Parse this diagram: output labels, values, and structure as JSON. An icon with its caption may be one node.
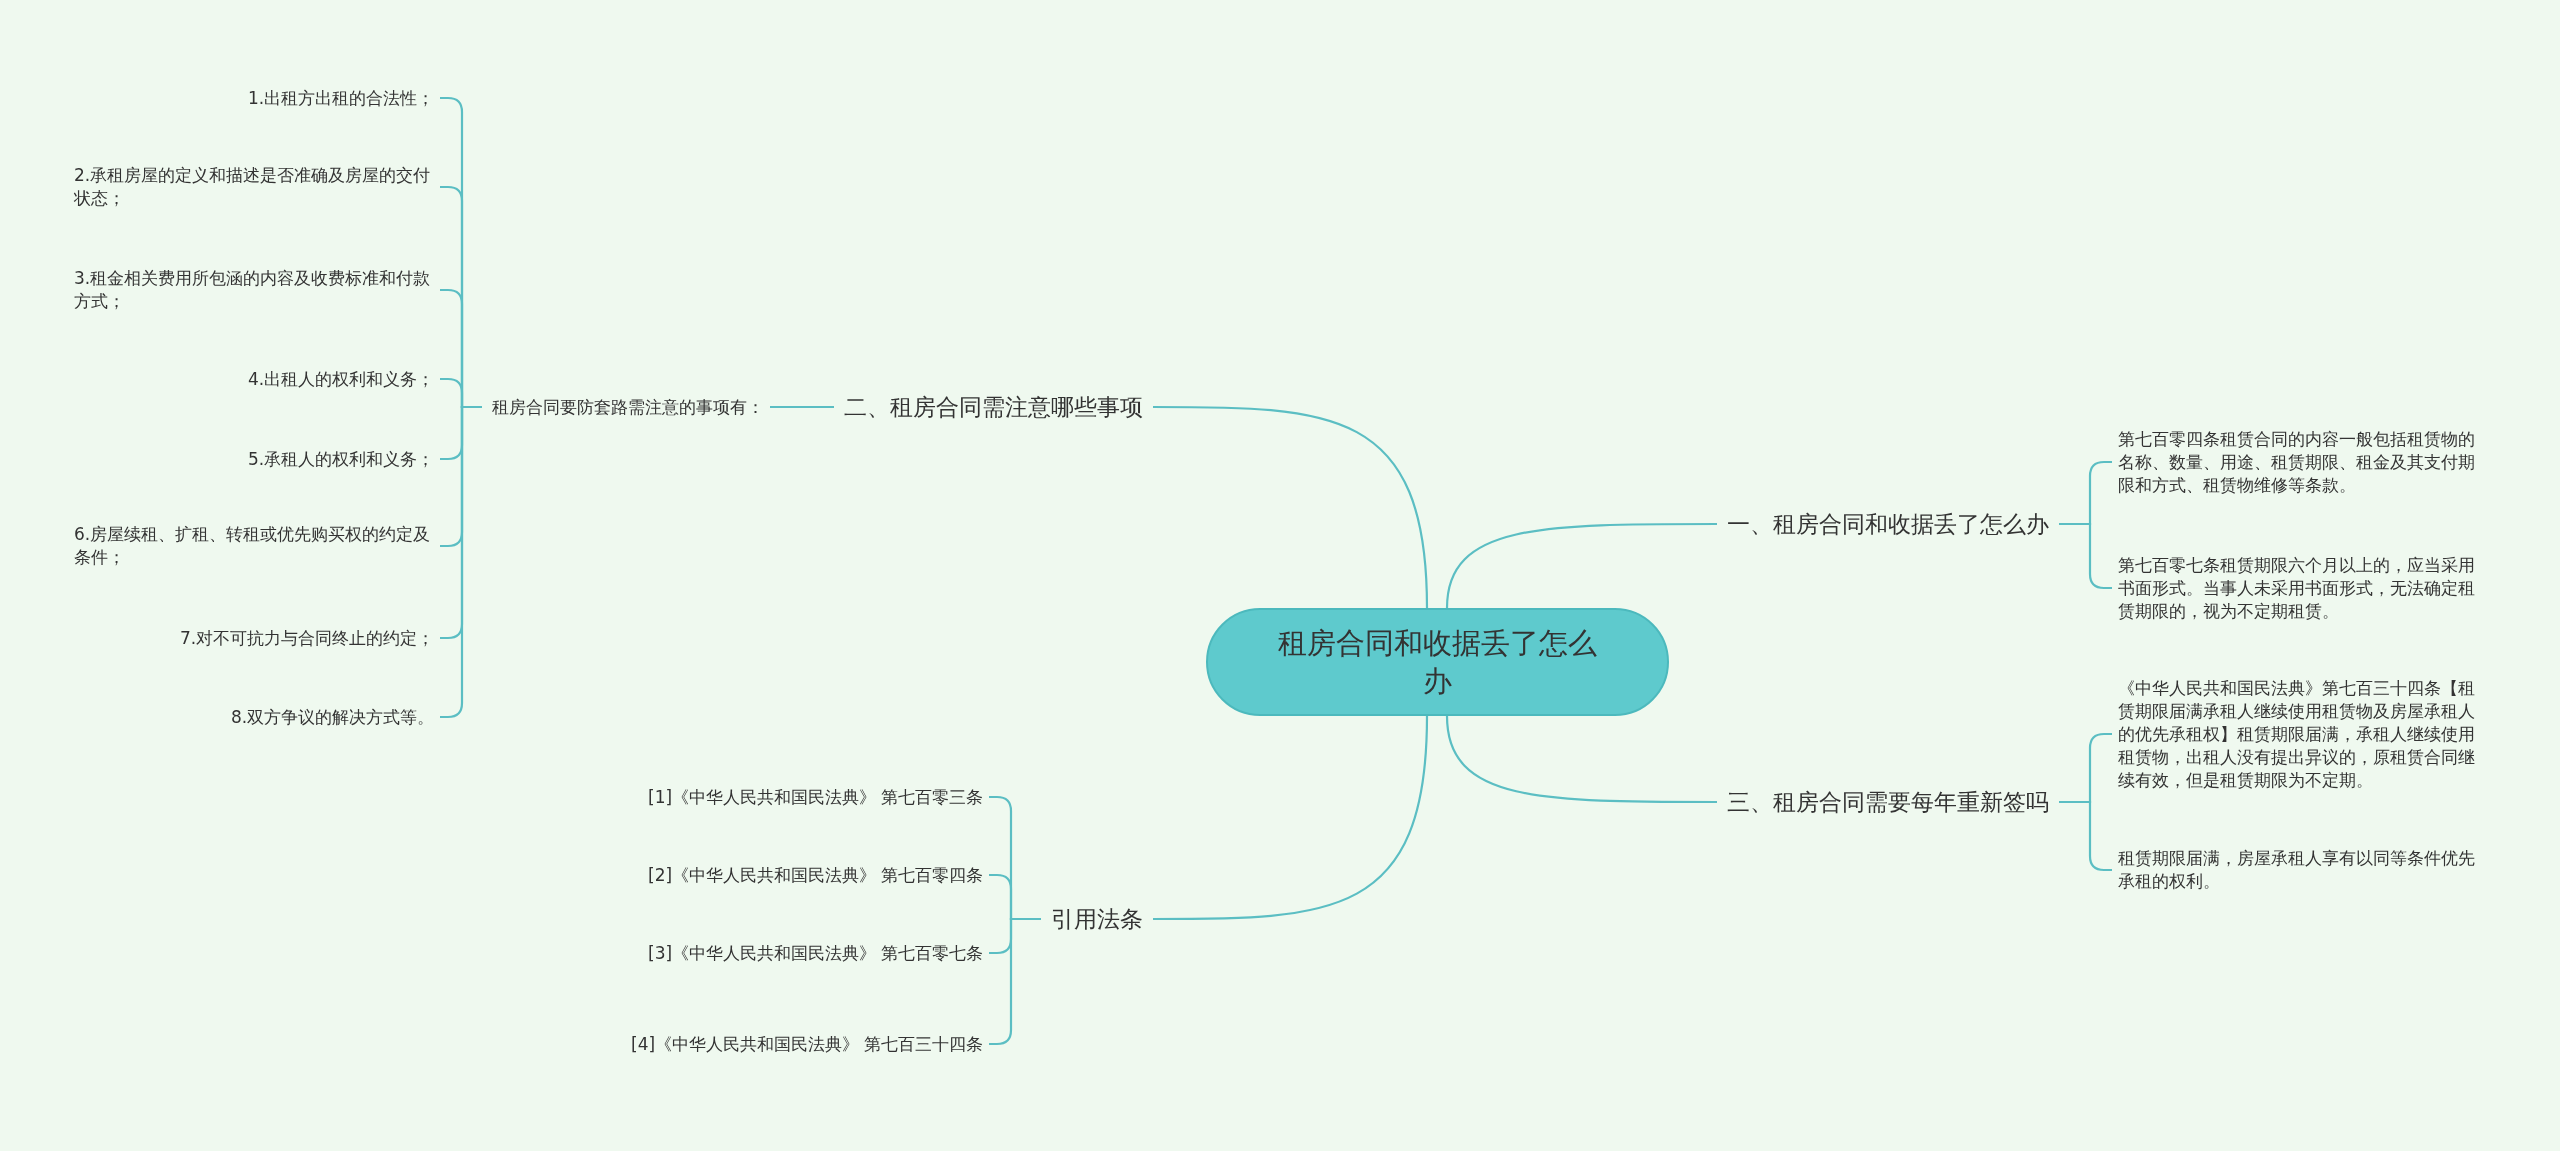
{
  "diagram": {
    "nodes": [
      {
        "text": [
          "租房合同和收据丢了怎么办"
        ]
      },
      {
        "text": [
          "一、租房合同和收据丢了怎么办"
        ]
      },
      {
        "text": [
          "第七百零四条租赁合同的内容一般包括租赁物的名称、数量、用途、租赁期限、租金及其支付期限和方式、租赁物维修等条款。"
        ]
      },
      {
        "text": [
          "第七百零七条租赁期限六个月以上的，应当采用书面形式。当事人未采用书面形式，无法确定租赁期限的，视为不定期租赁。"
        ]
      },
      {
        "text": [
          "三、租房合同需要每年重新签吗"
        ]
      },
      {
        "text": [
          "《中华人民共和国民法典》第七百三十四条【租赁期限届满承租人继续使用租赁物及房屋承租人的优先承租权】租赁期限届满，承租人继续使用租赁物，出租人没有提出异议的，原租赁合同继续有效，但是租赁期限为不定期。"
        ]
      },
      {
        "text": [
          "租赁期限届满，房屋承租人享有以同等条件优先承租的权利。"
        ]
      },
      {
        "text": [
          "二、租房合同需注意哪些事项"
        ]
      },
      {
        "text": [
          "租房合同要防套路需注意的事项有："
        ]
      },
      {
        "text": [
          "1.出租方出租的合法性；"
        ]
      },
      {
        "text": [
          "2.承租房屋的定义和描述是否准确及房屋的交付状态；"
        ]
      },
      {
        "text": [
          "3.租金相关费用所包涵的内容及收费标准和付款方式；"
        ]
      },
      {
        "text": [
          "4.出租人的权利和义务；"
        ]
      },
      {
        "text": [
          "5.承租人的权利和义务；"
        ]
      },
      {
        "text": [
          "6.房屋续租、扩租、转租或优先购买权的约定及条件；"
        ]
      },
      {
        "text": [
          "7.对不可抗力与合同终止的约定；"
        ]
      },
      {
        "text": [
          "8.双方争议的解决方式等。"
        ]
      },
      {
        "text": [
          "引用法条"
        ]
      },
      {
        "text": [
          "[1]《中华人民共和国民法典》 第七百零三条"
        ]
      },
      {
        "text": [
          "[2]《中华人民共和国民法典》 第七百零四条"
        ]
      },
      {
        "text": [
          "[3]《中华人民共和国民法典》 第七百零七条"
        ]
      },
      {
        "text": [
          "[4]《中华人民共和国民法典》 第七百三十四条"
        ]
      }
    ],
    "edges": [
      {
        "from": 0,
        "to": 1,
        "arrow": "none"
      },
      {
        "from": 1,
        "to": 2,
        "arrow": "none"
      },
      {
        "from": 1,
        "to": 3,
        "arrow": "none"
      },
      {
        "from": 0,
        "to": 4,
        "arrow": "none"
      },
      {
        "from": 4,
        "to": 5,
        "arrow": "none"
      },
      {
        "from": 4,
        "to": 6,
        "arrow": "none"
      },
      {
        "from": 0,
        "to": 7,
        "arrow": "none"
      },
      {
        "from": 7,
        "to": 8,
        "arrow": "none"
      },
      {
        "from": 8,
        "to": 9,
        "arrow": "none"
      },
      {
        "from": 8,
        "to": 10,
        "arrow": "none"
      },
      {
        "from": 8,
        "to": 11,
        "arrow": "none"
      },
      {
        "from": 8,
        "to": 12,
        "arrow": "none"
      },
      {
        "from": 8,
        "to": 13,
        "arrow": "none"
      },
      {
        "from": 8,
        "to": 14,
        "arrow": "none"
      },
      {
        "from": 8,
        "to": 15,
        "arrow": "none"
      },
      {
        "from": 8,
        "to": 16,
        "arrow": "none"
      },
      {
        "from": 0,
        "to": 17,
        "arrow": "none"
      },
      {
        "from": 17,
        "to": 18,
        "arrow": "none"
      },
      {
        "from": 17,
        "to": 19,
        "arrow": "none"
      },
      {
        "from": 17,
        "to": 20,
        "arrow": "none"
      },
      {
        "from": 17,
        "to": 21,
        "arrow": "none"
      }
    ]
  }
}
